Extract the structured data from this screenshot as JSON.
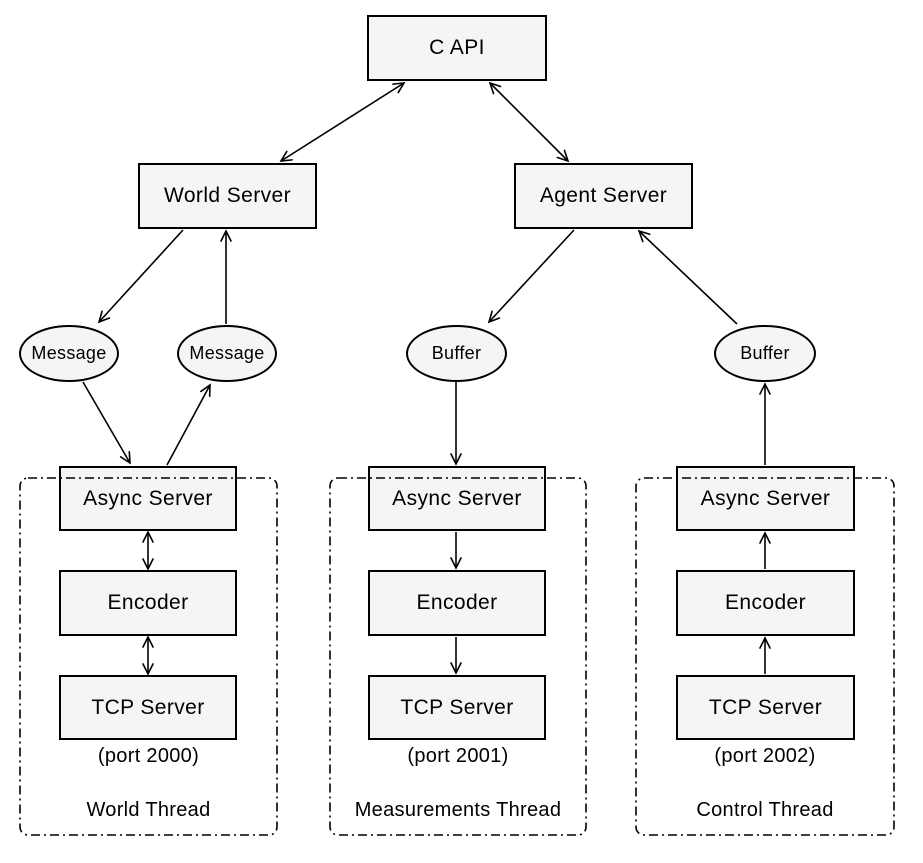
{
  "nodes": {
    "c_api": {
      "label": "C API"
    },
    "world_server": {
      "label": "World Server"
    },
    "agent_server": {
      "label": "Agent Server"
    },
    "message_left": {
      "label": "Message"
    },
    "message_right": {
      "label": "Message"
    },
    "buffer_left": {
      "label": "Buffer"
    },
    "buffer_right": {
      "label": "Buffer"
    }
  },
  "threads": [
    {
      "async_server": "Async Server",
      "encoder": "Encoder",
      "tcp_server": "TCP Server",
      "port": "(port 2000)",
      "label": "World Thread"
    },
    {
      "async_server": "Async Server",
      "encoder": "Encoder",
      "tcp_server": "TCP Server",
      "port": "(port 2001)",
      "label": "Measurements Thread"
    },
    {
      "async_server": "Async Server",
      "encoder": "Encoder",
      "tcp_server": "TCP Server",
      "port": "(port 2002)",
      "label": "Control Thread"
    }
  ],
  "colors": {
    "background": "#ffffff",
    "node_fill": "#f5f5f5",
    "stroke": "#000000",
    "text": "#000000"
  }
}
